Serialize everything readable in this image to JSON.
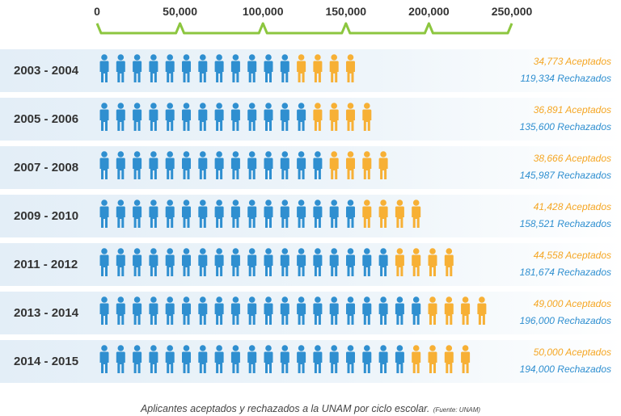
{
  "chart_data": {
    "type": "bar",
    "orientation": "horizontal",
    "axis_ticks": [
      0,
      50000,
      100000,
      150000,
      200000,
      250000
    ],
    "axis_tick_labels": [
      "0",
      "50,000",
      "100,000",
      "150,000",
      "200,000",
      "250,000"
    ],
    "xlim": [
      0,
      250000
    ],
    "categories": [
      "2003 - 2004",
      "2005 - 2006",
      "2007 - 2008",
      "2009 - 2010",
      "2011 - 2012",
      "2013 - 2014",
      "2014 - 2015"
    ],
    "series": [
      {
        "name": "Rechazados",
        "values": [
          119334,
          135600,
          145987,
          158521,
          181674,
          196000,
          194000
        ]
      },
      {
        "name": "Aceptados",
        "values": [
          34773,
          36891,
          38666,
          41428,
          44558,
          49000,
          50000
        ]
      }
    ],
    "icon_counts": {
      "rejected": [
        12,
        13,
        14,
        16,
        18,
        20,
        19
      ],
      "accepted": [
        4,
        4,
        4,
        4,
        4,
        4,
        4
      ]
    },
    "stat_labels": [
      {
        "accepted": "34,773 Aceptados",
        "rejected": "119,334 Rechazados"
      },
      {
        "accepted": "36,891 Aceptados",
        "rejected": "135,600 Rechazados"
      },
      {
        "accepted": "38,666 Aceptados",
        "rejected": "145,987 Rechazados"
      },
      {
        "accepted": "41,428 Aceptados",
        "rejected": "158,521 Rechazados"
      },
      {
        "accepted": "44,558 Aceptados",
        "rejected": "181,674 Rechazados"
      },
      {
        "accepted": "49,000 Aceptados",
        "rejected": "196,000 Rechazados"
      },
      {
        "accepted": "50,000 Aceptados",
        "rejected": "194,000 Rechazados"
      }
    ],
    "colors": {
      "rejected": "#2f8fd0",
      "accepted": "#f7b035",
      "axis": "#8cc63f"
    }
  },
  "caption": {
    "main": "Aplicantes aceptados y rechazados a la UNAM por ciclo escolar.",
    "source": "(Fuente: UNAM)"
  }
}
